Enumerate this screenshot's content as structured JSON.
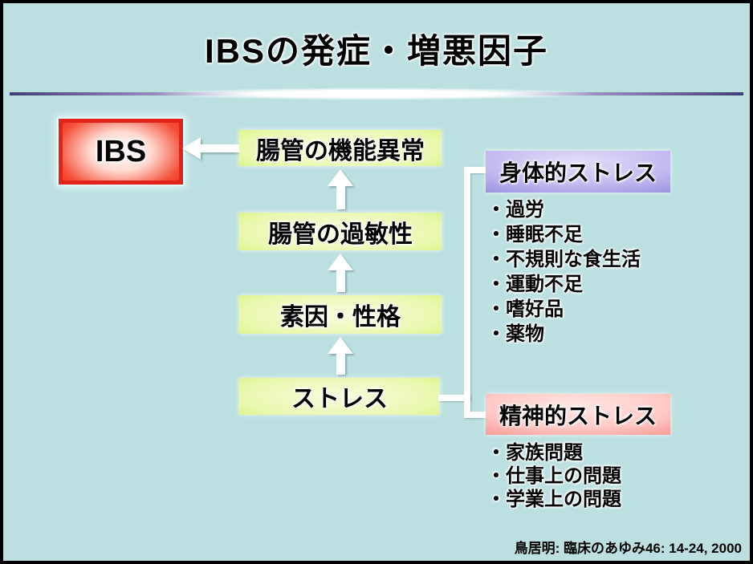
{
  "title": "IBSの発症・増悪因子",
  "flow": {
    "result": "IBS",
    "steps": [
      "ストレス",
      "素因・性格",
      "腸管の過敏性",
      "腸管の機能異常"
    ]
  },
  "physical": {
    "heading": "身体的ストレス",
    "items": [
      "・過労",
      "・睡眠不足",
      "・不規則な食生活",
      "・運動不足",
      "・嗜好品",
      "・薬物"
    ]
  },
  "mental": {
    "heading": "精神的ストレス",
    "items": [
      "・家族問題",
      "・仕事上の問題",
      "・学業上の問題"
    ]
  },
  "citation": "鳥居明: 臨床のあゆみ46: 14-24, 2000",
  "colors": {
    "background": "#bcdfe0",
    "border": "#000000",
    "flow_box_green_edge": "#b9e63e",
    "flow_box_green_center": "#f7fcdf",
    "ibs_box_red": "#e2231a",
    "physical_box_purple": "#8a81da",
    "mental_box_pink": "#f47c7c",
    "divider_purple": "#413e74",
    "arrow_white": "#ffffff"
  }
}
